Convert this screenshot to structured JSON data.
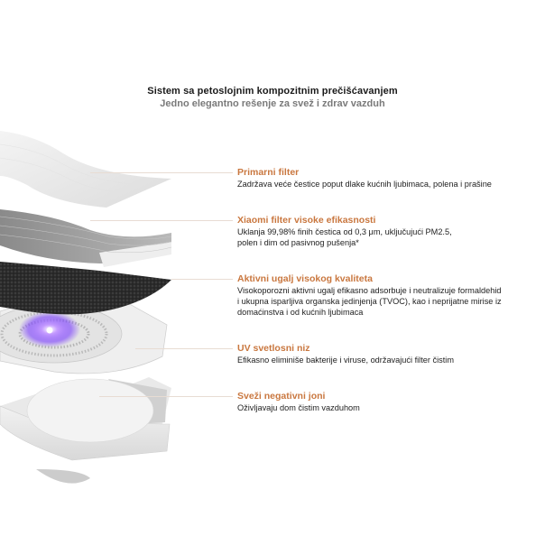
{
  "header": {
    "title": "Sistem sa petoslojnim kompozitnim prečišćavanjem",
    "subtitle": "Jedno elegantno rešenje za svež i zdrav vazduh"
  },
  "colors": {
    "accent": "#c9773f",
    "leader_line": "#e8dcd3",
    "title_text": "#1a1a1a",
    "subtitle_text": "#7a7a7a",
    "body_text": "#222222",
    "uv_glow": "#8a4dff"
  },
  "illustration": {
    "layers": [
      "primary-filter-sheet",
      "hepa-pleated-filter",
      "activated-carbon-layer",
      "uv-light-array-fan",
      "negative-ion-base-tray"
    ]
  },
  "callouts": [
    {
      "title": "Primarni filter",
      "description": "Zadržava veće čestice poput dlake kućnih ljubimaca, polena i prašine"
    },
    {
      "title": "Xiaomi filter visoke efikasnosti",
      "description_lines": [
        "Uklanja 99,98% finih čestica od 0,3 μm, uključujući PM2.5,",
        "polen i dim od pasivnog pušenja*"
      ]
    },
    {
      "title": "Aktivni ugalj visokog kvaliteta",
      "description_lines": [
        "Visokoporozni aktivni ugalj efikasno adsorbuje i neutralizuje formaldehid",
        "i ukupna isparljiva organska jedinjenja (TVOC), kao i neprijatne mirise iz",
        "domaćinstva i od kućnih ljubimaca"
      ]
    },
    {
      "title": "UV svetlosni niz",
      "description": "Efikasno eliminiše bakterije i viruse, održavajući filter čistim"
    },
    {
      "title": "Sveži negativni joni",
      "description": "Oživljavaju dom čistim vazduhom"
    }
  ]
}
